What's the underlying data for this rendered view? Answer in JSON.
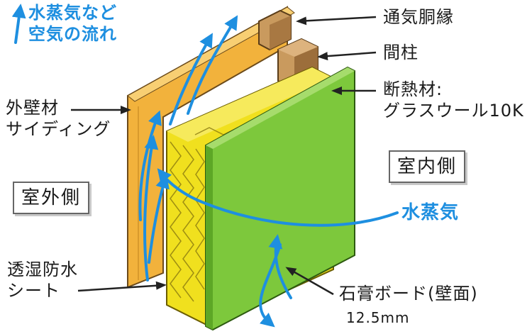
{
  "labels": {
    "flow_title_line1": "水蒸気など",
    "flow_title_line2": "空気の流れ",
    "ventilation_furring": "通気胴縁",
    "stud": "間柱",
    "insulation_line1": "断熱材:",
    "insulation_line2": "グラスウール10K",
    "exterior_finish_line1": "外壁材",
    "exterior_finish_line2": "サイディング",
    "indoor_side": "室内側",
    "outdoor_side": "室外側",
    "water_vapor": "水蒸気",
    "membrane_line1": "透湿防水",
    "membrane_line2": "シート",
    "gypsum_board": "石膏ボード(壁面)",
    "gypsum_thickness": "12.5mm"
  },
  "colors": {
    "arrow_blue": "#1e8fe0",
    "siding_orange": "#f2b23c",
    "insulation_yellow": "#f0e01e",
    "gypsum_green": "#7dc83c",
    "stud_brown": "#b58a55"
  }
}
